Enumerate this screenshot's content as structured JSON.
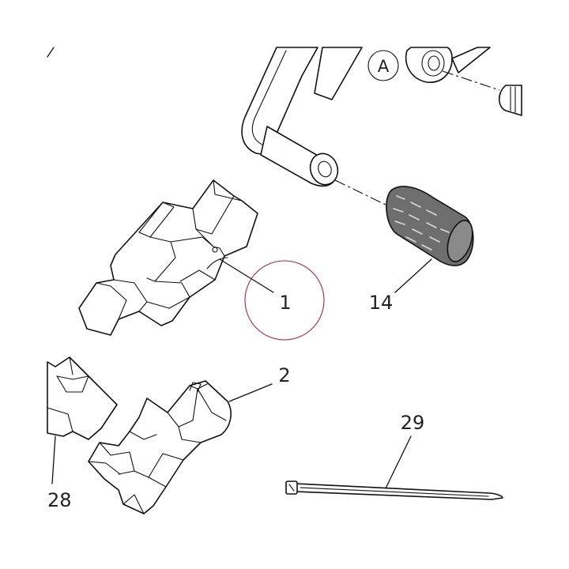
{
  "callouts": {
    "part_1": "1",
    "part_2": "2",
    "part_14": "14",
    "part_28": "28",
    "part_29": "29"
  },
  "view_marker": "A",
  "colors": {
    "line": "#111111",
    "highlight_circle": "#a0283c",
    "grip_fill": "#6e6e6e"
  }
}
